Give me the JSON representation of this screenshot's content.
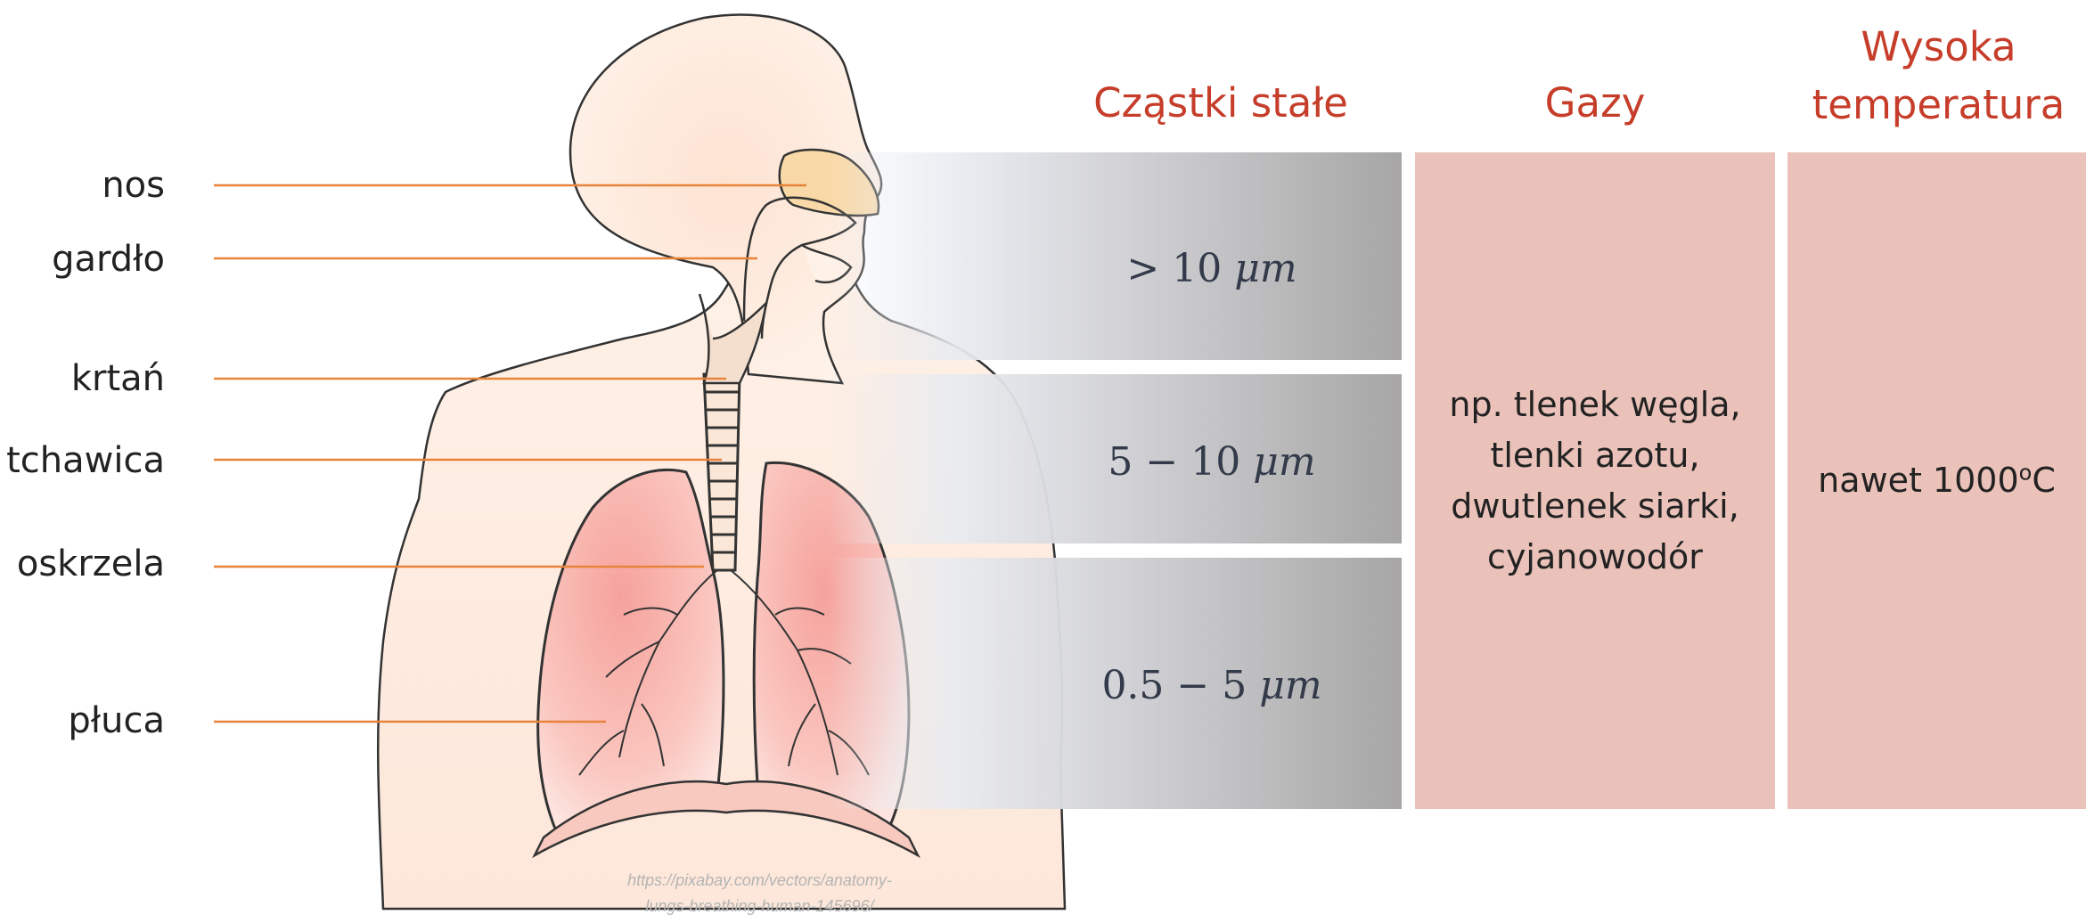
{
  "organ_labels": {
    "nos": "nos",
    "gardlo": "gardło",
    "krtan": "krtań",
    "tchawica": "tchawica",
    "oskrzela": "oskrzela",
    "pluca": "płuca"
  },
  "headers": {
    "particles": "Cząstki stałe",
    "gases": "Gazy",
    "temperature_line1": "Wysoka",
    "temperature_line2": "temperatura"
  },
  "particle_sizes": [
    {
      "prefix": "> 10 ",
      "unit": "μm"
    },
    {
      "prefix": "5 − 10 ",
      "unit": "μm"
    },
    {
      "prefix": "0.5 − 5 ",
      "unit": "μm"
    }
  ],
  "gases_text": [
    "np. tlenek węgla,",
    "tlenki azotu,",
    "dwutlenek siarki,",
    "cyjanowodór"
  ],
  "temperature_text": {
    "prefix": "nawet 1000",
    "superscript": "o",
    "suffix": "C"
  },
  "source_credit": [
    "https://pixabay.com/vectors/anatomy-",
    "lungs-breathing-human-145696/"
  ],
  "colors": {
    "header_accent": "#c63d2a",
    "leader_line": "#e8833a",
    "pink_panel": "#eac2ba",
    "gray_panel_dark": "#a7a6a5",
    "skin": "#fde8d8",
    "lung": "#f4a6a0"
  }
}
